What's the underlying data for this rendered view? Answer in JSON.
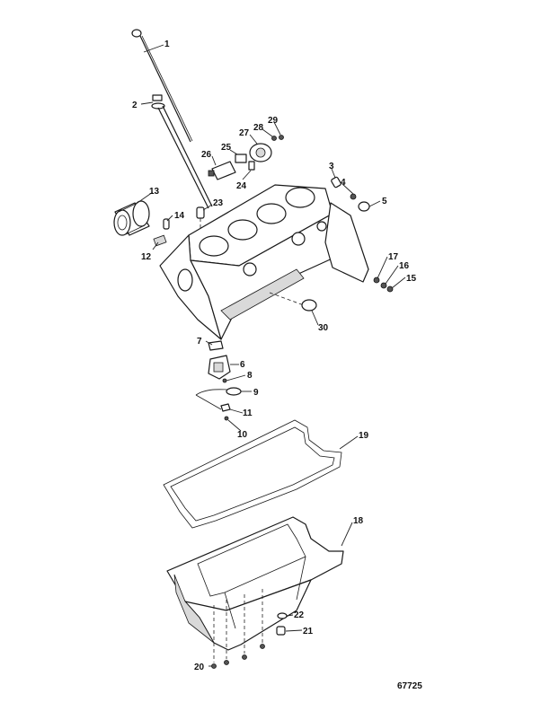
{
  "figure_number": "67725",
  "callouts": [
    {
      "id": "c1",
      "label": "1"
    },
    {
      "id": "c2",
      "label": "2"
    },
    {
      "id": "c3",
      "label": "3"
    },
    {
      "id": "c4",
      "label": "4"
    },
    {
      "id": "c5",
      "label": "5"
    },
    {
      "id": "c6",
      "label": "6"
    },
    {
      "id": "c7",
      "label": "7"
    },
    {
      "id": "c8",
      "label": "8"
    },
    {
      "id": "c9",
      "label": "9"
    },
    {
      "id": "c10",
      "label": "10"
    },
    {
      "id": "c11",
      "label": "11"
    },
    {
      "id": "c12",
      "label": "12"
    },
    {
      "id": "c13",
      "label": "13"
    },
    {
      "id": "c14",
      "label": "14"
    },
    {
      "id": "c15",
      "label": "15"
    },
    {
      "id": "c16",
      "label": "16"
    },
    {
      "id": "c17",
      "label": "17"
    },
    {
      "id": "c18",
      "label": "18"
    },
    {
      "id": "c19",
      "label": "19"
    },
    {
      "id": "c20",
      "label": "20"
    },
    {
      "id": "c21",
      "label": "21"
    },
    {
      "id": "c22",
      "label": "22"
    },
    {
      "id": "c23",
      "label": "23"
    },
    {
      "id": "c24",
      "label": "24"
    },
    {
      "id": "c25",
      "label": "25"
    },
    {
      "id": "c26",
      "label": "26"
    },
    {
      "id": "c27",
      "label": "27"
    },
    {
      "id": "c28",
      "label": "28"
    },
    {
      "id": "c29",
      "label": "29"
    },
    {
      "id": "c30",
      "label": "30"
    }
  ]
}
